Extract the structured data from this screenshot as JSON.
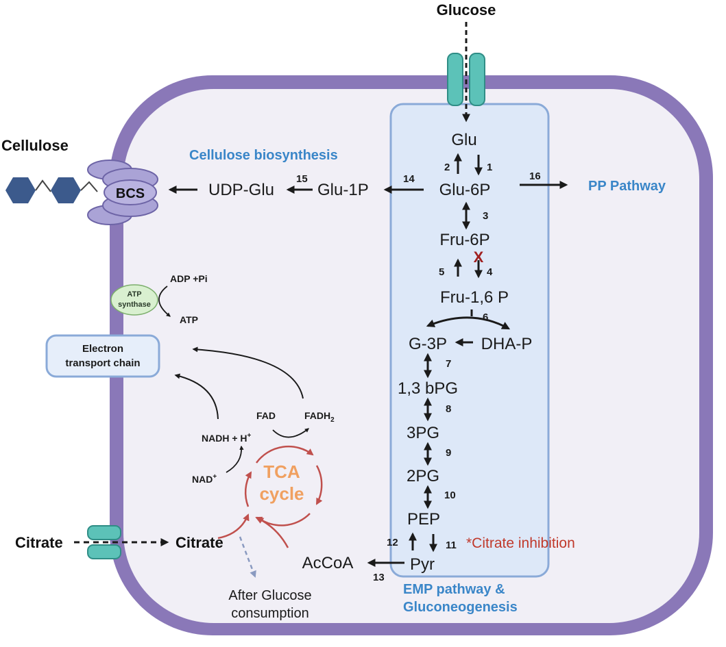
{
  "labels": {
    "glucose_outside": "Glucose",
    "cellulose": "Cellulose",
    "bcs": "BCS",
    "cellulose_biosynthesis": "Cellulose biosynthesis",
    "pp_pathway": "PP Pathway",
    "emp_line1": "EMP pathway &",
    "emp_line2": "Gluconeogenesis",
    "citrate_inhibition": "*Citrate inhibition",
    "citrate_outside": "Citrate",
    "citrate_inside": "Citrate",
    "after_line1": "After Glucose",
    "after_line2": "consumption",
    "tca_line1": "TCA",
    "tca_line2": "cycle",
    "atp_line1": "ATP",
    "atp_line2": "synthase",
    "adp_pi": "ADP +Pi",
    "atp": "ATP",
    "etc_line1": "Electron",
    "etc_line2": "transport chain",
    "fad": "FAD",
    "fadh2": "FADH",
    "fadh2_sub": "2",
    "nadh": "NADH + H",
    "nadh_sup": "+",
    "nad": "NAD",
    "nad_sup": "+",
    "inhibition_mark": "X"
  },
  "metabolites": {
    "glu": "Glu",
    "glu6p": "Glu-6P",
    "fru6p": "Fru-6P",
    "fru16p": "Fru-1,6 P",
    "g3p": "G-3P",
    "dhap": "DHA-P",
    "bpg13": "1,3 bPG",
    "pg3": "3PG",
    "pg2": "2PG",
    "pep": "PEP",
    "pyr": "Pyr",
    "acoa": "AcCoA",
    "glu1p": "Glu-1P",
    "udpglu": "UDP-Glu"
  },
  "steps": {
    "s1": "1",
    "s2": "2",
    "s3": "3",
    "s4": "4",
    "s5": "5",
    "s6": "6",
    "s7": "7",
    "s8": "8",
    "s9": "9",
    "s10": "10",
    "s11": "11",
    "s12": "12",
    "s13": "13",
    "s14": "14",
    "s15": "15",
    "s16": "16"
  },
  "colors": {
    "membrane": "#8a78b8",
    "cytoplasm": "#f1eff6",
    "emp_box_fill": "#dde8f8",
    "emp_box_stroke": "#8aaad8",
    "transporter": "#5cc2b8",
    "accent_blue": "#3a86c8",
    "tca_orange": "#f0a060",
    "tca_arrow": "#c0504d",
    "inhibition_red": "#c0392b",
    "bcs_fill": "#aaa3d6",
    "cellulose_hex": "#3c5a8c",
    "atp_synthase_fill": "#d9f0d0",
    "etc_fill": "#e6eefa"
  }
}
